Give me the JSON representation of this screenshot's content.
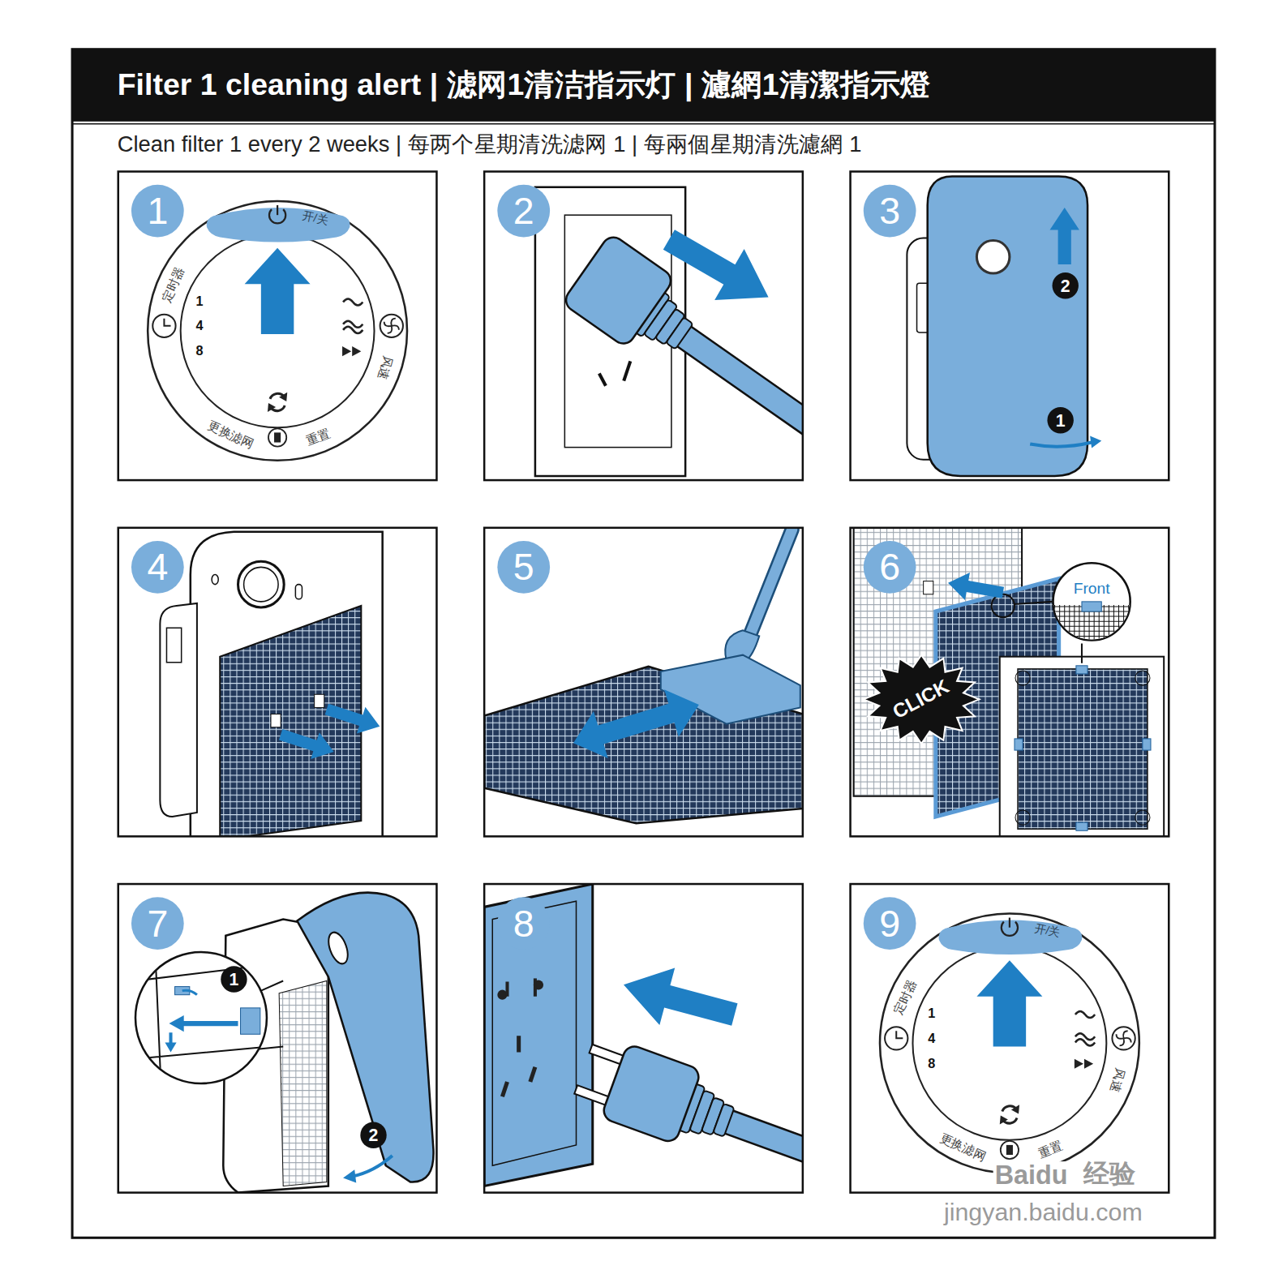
{
  "diagram": {
    "title": "Filter 1 cleaning alert | 滤网1清洁指示灯 | 濾網1清潔指示燈",
    "nodes": [
      {
        "text": [
          "1"
        ]
      },
      {
        "text": [
          "定时器",
          "1",
          "4",
          "8",
          "风速",
          "更换滤网",
          "重置"
        ]
      },
      {
        "text": [
          "开/关"
        ],
        "in": 1
      },
      {
        "text": [
          "2"
        ]
      },
      {
        "text": [
          "3"
        ]
      },
      {
        "text": [
          "2"
        ]
      },
      {
        "text": [
          "1"
        ]
      },
      {
        "text": [
          "4"
        ]
      },
      {
        "text": [
          "5"
        ]
      },
      {
        "text": [
          "6"
        ]
      },
      {
        "text": [
          "Front"
        ]
      },
      {
        "text": [
          "CLICK"
        ]
      },
      {
        "text": [
          "7"
        ]
      },
      {
        "text": [
          "1"
        ]
      },
      {
        "text": [
          "2"
        ]
      },
      {
        "text": [
          "8"
        ]
      },
      {
        "text": [
          "9"
        ]
      },
      {
        "text": [
          "定时器",
          "1",
          "4",
          "8",
          "风速",
          "更换滤网",
          "重置"
        ]
      },
      {
        "text": [
          "开/关"
        ],
        "in": 17
      }
    ],
    "labels": [
      "Clean filter 1 every 2 weeks | 每两个星期清洗滤网 1 | 每兩個星期清洗濾網 1",
      "Baidu",
      "经验",
      "jingyan.baidu.com"
    ]
  }
}
